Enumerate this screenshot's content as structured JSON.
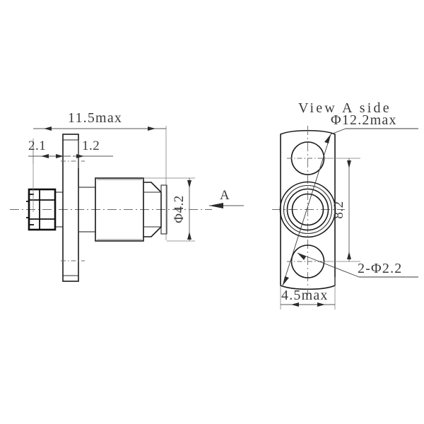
{
  "document": {
    "type": "engineering-drawing",
    "subject": "RF coaxial connector, flange mount",
    "background_color": "#ffffff",
    "line_color": "#1a1a1a",
    "text_color": "#3b3b3b"
  },
  "side_view": {
    "name": "side-section-view",
    "dimensions": {
      "overall_length": "11.5max",
      "flange_thickness": "2.1",
      "step_offset": "1.2",
      "body_diameter": "Φ4.2"
    },
    "section_marker": {
      "label": "A",
      "arrow_direction": "left"
    }
  },
  "view_a": {
    "title": "View A side",
    "dimensions": {
      "flange_height": "Φ12.2max",
      "hole_spacing": "8.2",
      "mounting_holes": "2-Φ2.2",
      "flange_width": "4.5max"
    },
    "features": {
      "mounting_hole_count": 2,
      "concentric_ring_count": 4
    }
  }
}
